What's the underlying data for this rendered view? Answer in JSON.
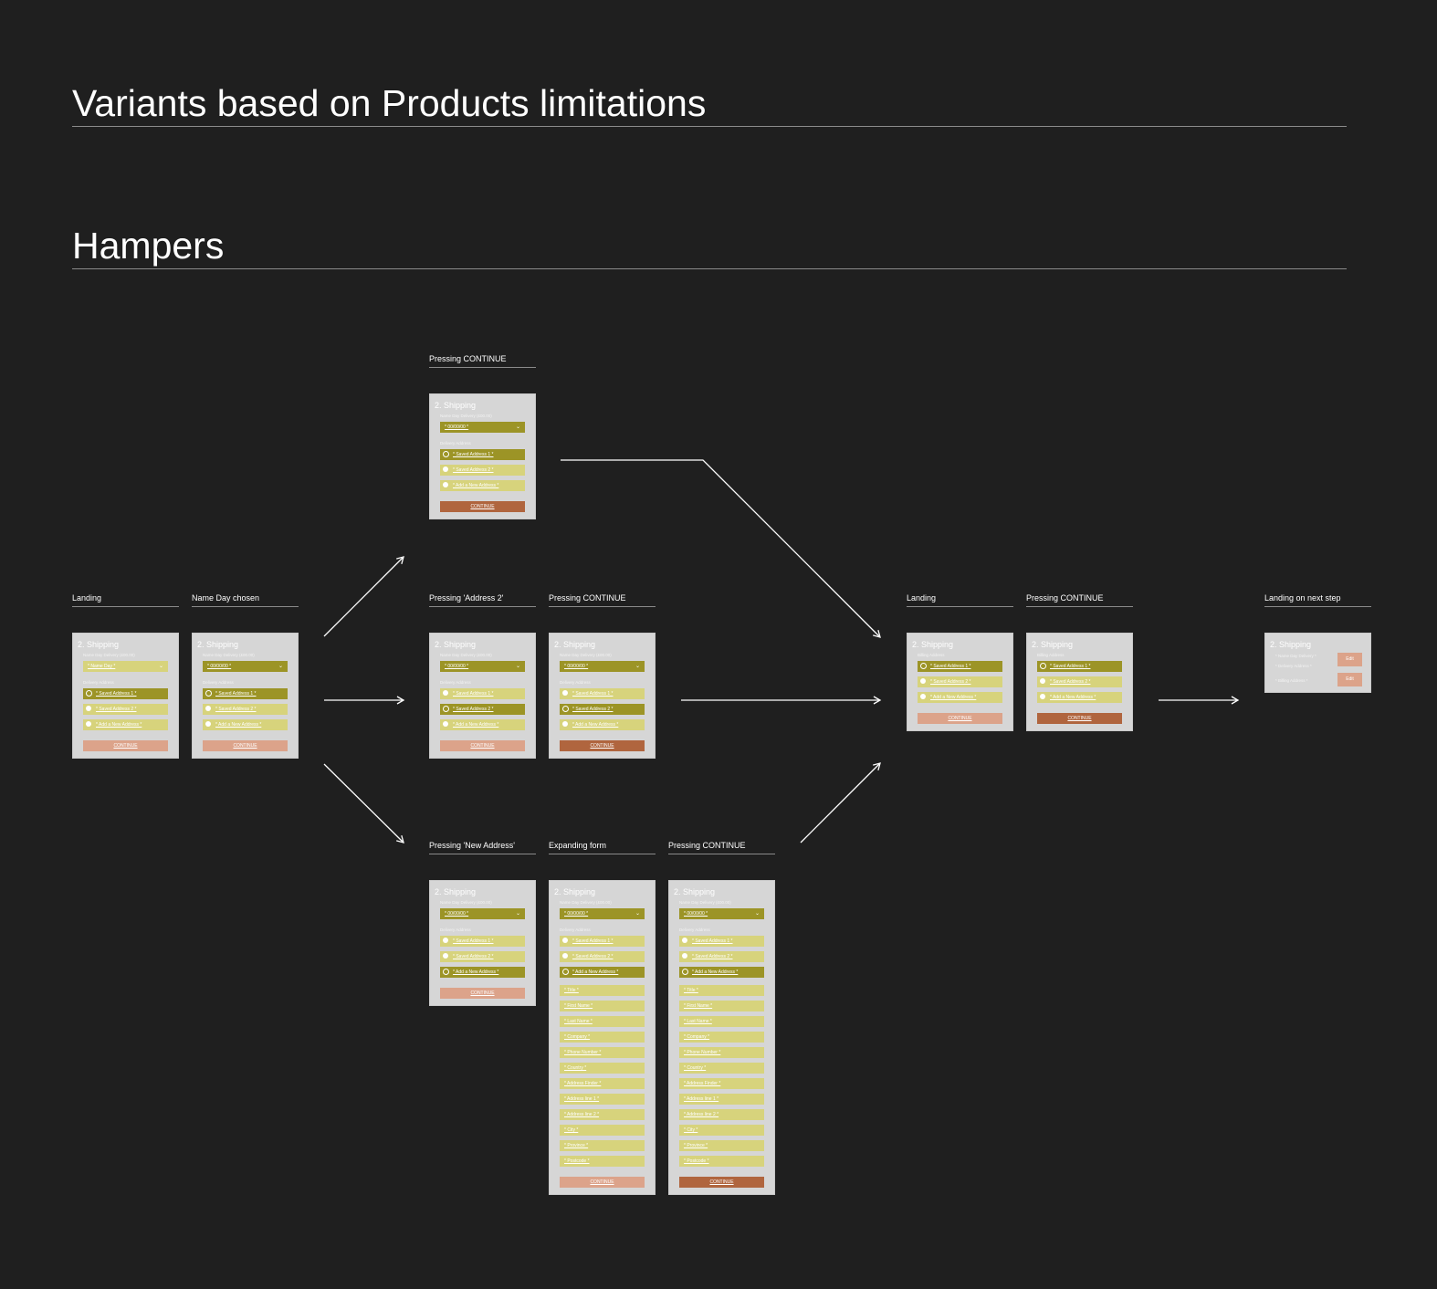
{
  "page": {
    "title": "Variants based on Products limitations",
    "section": "Hampers"
  },
  "cards": [
    {
      "id": "landing",
      "label": "Landing",
      "title": "2. Shipping",
      "date_label": "Name Day Delivery (£00.00)",
      "date_value": "* Name Day *",
      "date_selected": false,
      "addr_label": "Delivery Address",
      "addresses": [
        "* Saved Address 1 *",
        "* Saved Address 2 *",
        "* Add a New Address *"
      ],
      "selected_index": 0,
      "button": "CONTINUE",
      "button_active": false
    },
    {
      "id": "nameday",
      "label": "Name Day chosen",
      "title": "2. Shipping",
      "date_label": "Name Day Delivery (£00.00)",
      "date_value": "* 00/00/00 *",
      "date_selected": true,
      "addr_label": "Delivery Address",
      "addresses": [
        "* Saved Address 1 *",
        "* Saved Address 2 *",
        "* Add a New Address *"
      ],
      "selected_index": 0,
      "button": "CONTINUE",
      "button_active": false
    },
    {
      "id": "top",
      "label": "Pressing CONTINUE",
      "title": "2. Shipping",
      "date_label": "Name Day Delivery (£00.00)",
      "date_value": "* 00/00/00 *",
      "date_selected": true,
      "addr_label": "Delivery Address",
      "addresses": [
        "* Saved Address 1 *",
        "* Saved Address 2 *",
        "* Add a New Address *"
      ],
      "selected_index": 0,
      "button": "CONTINUE",
      "button_active": true
    },
    {
      "id": "addr2",
      "label": "Pressing 'Address 2'",
      "title": "2. Shipping",
      "date_label": "Name Day Delivery (£00.00)",
      "date_value": "* 00/00/00 *",
      "date_selected": true,
      "addr_label": "Delivery Address",
      "addresses": [
        "* Saved Address 1 *",
        "* Saved Address 2 *",
        "* Add a New Address *"
      ],
      "selected_index": 1,
      "button": "CONTINUE",
      "button_active": false
    },
    {
      "id": "addr2cont",
      "label": "Pressing CONTINUE",
      "title": "2. Shipping",
      "date_label": "Name Day Delivery (£00.00)",
      "date_value": "* 00/00/00 *",
      "date_selected": true,
      "addr_label": "Delivery Address",
      "addresses": [
        "* Saved Address 1 *",
        "* Saved Address 2 *",
        "* Add a New Address *"
      ],
      "selected_index": 1,
      "button": "CONTINUE",
      "button_active": true
    },
    {
      "id": "newaddr",
      "label": "Pressing 'New Address'",
      "title": "2. Shipping",
      "date_label": "Name Day Delivery (£00.00)",
      "date_value": "* 00/00/00 *",
      "date_selected": true,
      "addr_label": "Delivery Address",
      "addresses": [
        "* Saved Address 1 *",
        "* Saved Address 2 *",
        "* Add a New Address *"
      ],
      "selected_index": 2,
      "button": "CONTINUE",
      "button_active": false
    },
    {
      "id": "expand",
      "label": "Expanding form",
      "title": "2. Shipping",
      "date_label": "Name Day Delivery (£00.00)",
      "date_value": "* 00/00/00 *",
      "date_selected": true,
      "addr_label": "Delivery Address",
      "addresses": [
        "* Saved Address 1 *",
        "* Saved Address 2 *",
        "* Add a New Address *"
      ],
      "selected_index": 2,
      "form_fields": [
        "* Title *",
        "* First Name *",
        "* Last Name *",
        "* Company *",
        "* Phone Number *",
        "* Country *",
        "* Address Finder *",
        "* Address line 1 *",
        "* Address line 2 *",
        "* City *",
        "* Province *",
        "* Postcode *"
      ],
      "button": "CONTINUE",
      "button_active": false
    },
    {
      "id": "expandcont",
      "label": "Pressing CONTINUE",
      "title": "2. Shipping",
      "date_label": "Name Day Delivery (£00.00)",
      "date_value": "* 00/00/00 *",
      "date_selected": true,
      "addr_label": "Delivery Address",
      "addresses": [
        "* Saved Address 1 *",
        "* Saved Address 2 *",
        "* Add a New Address *"
      ],
      "selected_index": 2,
      "form_fields": [
        "* Title *",
        "* First Name *",
        "* Last Name *",
        "* Company *",
        "* Phone Number *",
        "* Country *",
        "* Address Finder *",
        "* Address line 1 *",
        "* Address line 2 *",
        "* City *",
        "* Province *",
        "* Postcode *"
      ],
      "button": "CONTINUE",
      "button_active": true
    },
    {
      "id": "billing",
      "label": "Landing",
      "title": "2. Shipping",
      "addr_label": "Billing Address",
      "addresses": [
        "* Saved Address 1 *",
        "* Saved Address 2 *",
        "* Add a New Address *"
      ],
      "selected_index": 0,
      "button": "CONTINUE",
      "button_active": false
    },
    {
      "id": "billingcont",
      "label": "Pressing CONTINUE",
      "title": "2. Shipping",
      "addr_label": "Billing Address",
      "addresses": [
        "* Saved Address 1 *",
        "* Saved Address 2 *",
        "* Add a New Address *"
      ],
      "selected_index": 0,
      "button": "CONTINUE",
      "button_active": true
    },
    {
      "id": "next",
      "label": "Landing on next step",
      "title": "2. Shipping",
      "summary_lines": [
        "* Name Day Delivery *",
        "* Delivery Address *",
        "* Billing Address *"
      ],
      "edit_label": "Edit"
    }
  ]
}
